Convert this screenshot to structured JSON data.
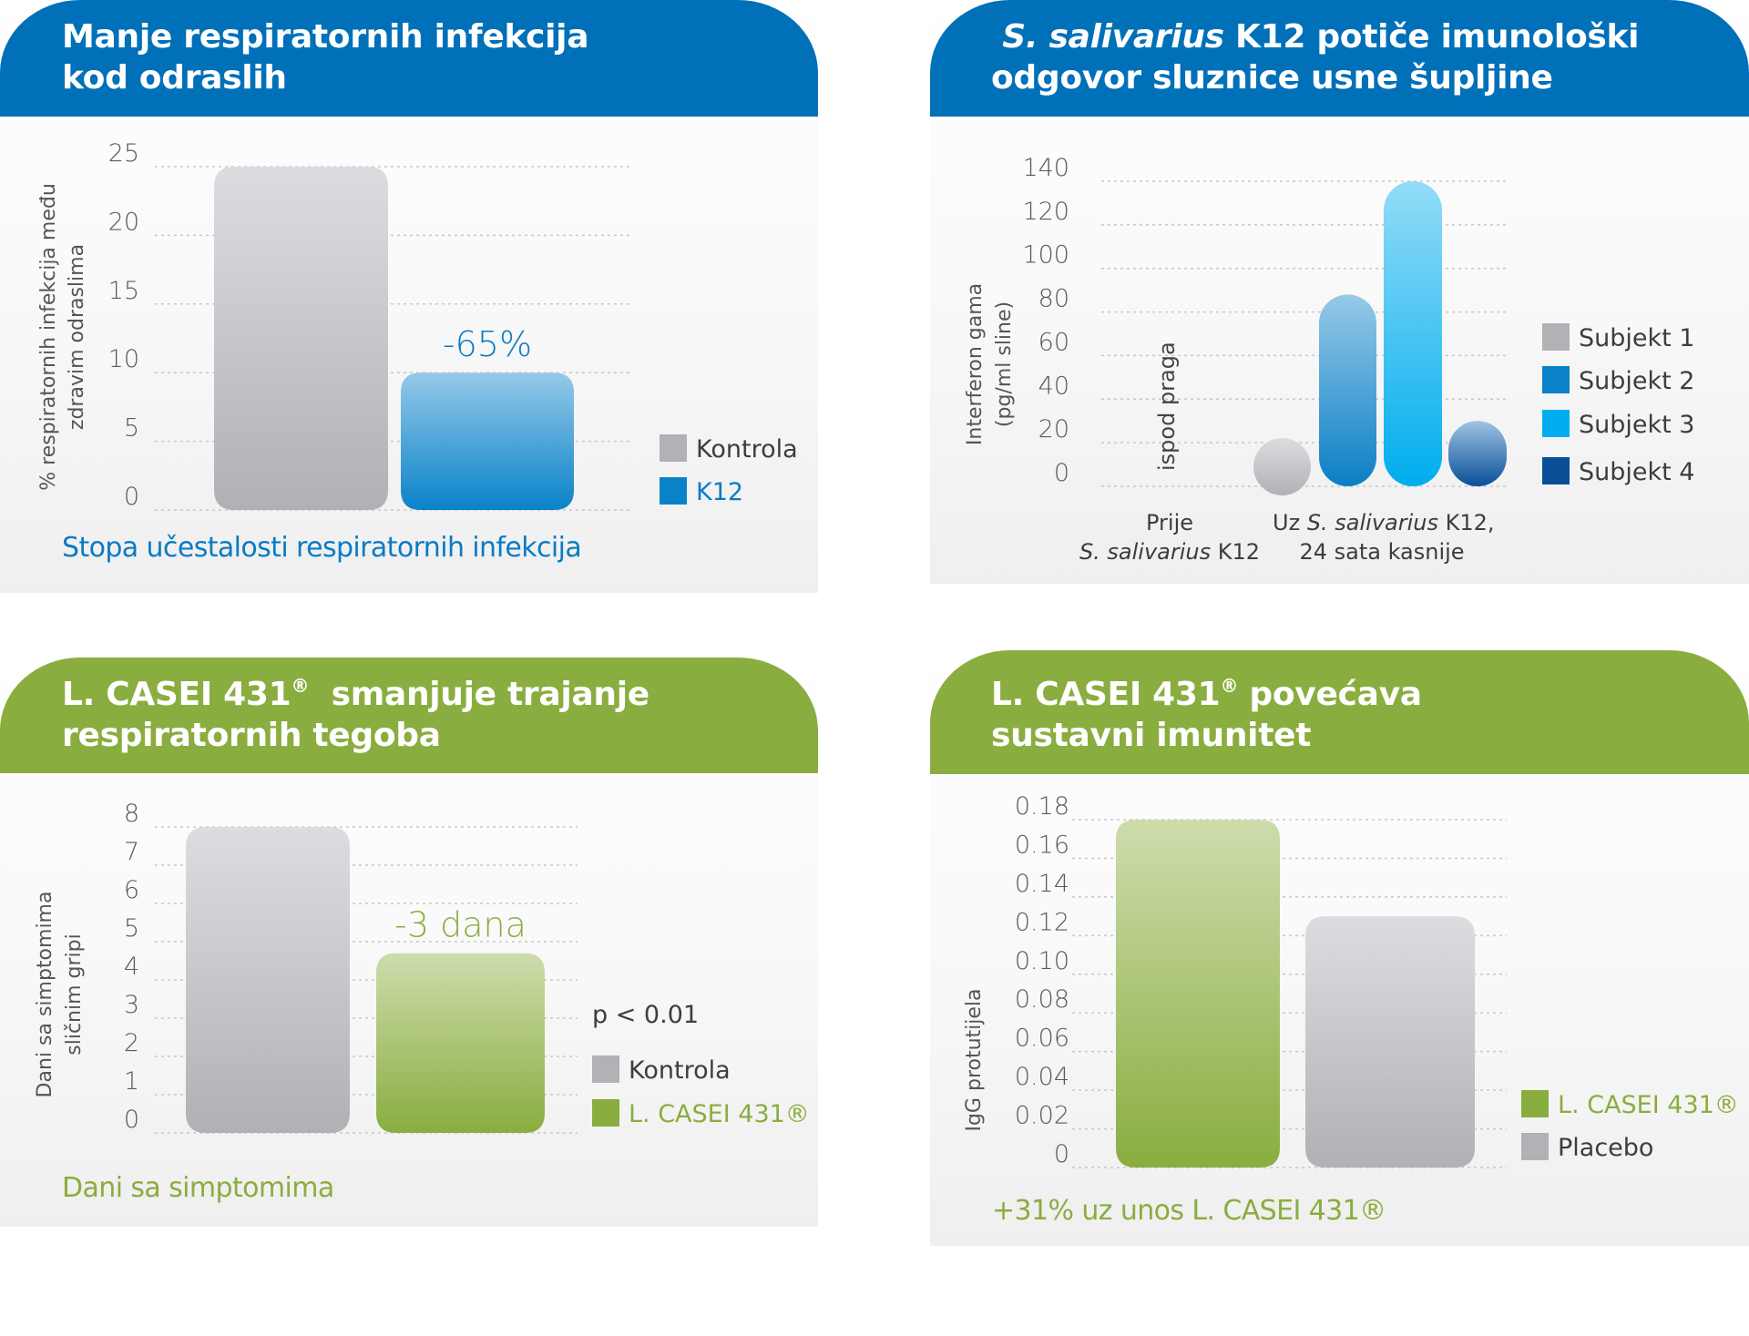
{
  "colors": {
    "blue_header": "#0070b8",
    "green_header": "#8aad3f",
    "blue_text": "#0a7bc4",
    "green_text": "#8aad3f",
    "gray_bar": "#b4b5b8",
    "tick_text": "#5a5a5a",
    "legend_text": "#3d3d3d"
  },
  "panels": [
    {
      "id": "respiratory-infections",
      "theme": "blue",
      "title_lines": [
        [
          {
            "text": "Manje respiratornih infekcija",
            "italic": false
          }
        ],
        [
          {
            "text": "kod odraslih",
            "italic": false
          }
        ]
      ],
      "footer": "Stopa učestalosti respiratornih infekcija"
    },
    {
      "id": "interferon",
      "theme": "blue",
      "title_lines": [
        [
          {
            "text": " S. salivarius",
            "italic": true
          },
          {
            "text": " K12 potiče imunološki",
            "italic": false
          }
        ],
        [
          {
            "text": "odgovor sluznice usne šupljine",
            "italic": false
          }
        ]
      ],
      "footer": null
    },
    {
      "id": "symptom-days",
      "theme": "green",
      "title_lines": [
        [
          {
            "text": "L. CASEI 431",
            "italic": false
          },
          {
            "text": "®",
            "sup": true
          },
          {
            "text": "  smanjuje trajanje",
            "italic": false
          }
        ],
        [
          {
            "text": "respiratornih tegoba",
            "italic": false
          }
        ]
      ],
      "footer": "Dani sa simptomima"
    },
    {
      "id": "igg",
      "theme": "green",
      "title_lines": [
        [
          {
            "text": "L. CASEI 431",
            "italic": false
          },
          {
            "text": "®",
            "sup": true
          },
          {
            "text": " povećava",
            "italic": false
          }
        ],
        [
          {
            "text": "sustavni imunitet",
            "italic": false
          }
        ]
      ],
      "footer": "+31% uz unos L. CASEI 431®"
    }
  ],
  "chart_data": [
    {
      "type": "bar",
      "title": "Manje respiratornih infekcija kod odraslih",
      "ylabel_lines": [
        "% respiratornih infekcija među",
        "zdravim odraslima"
      ],
      "xlabel": "Stopa učestalosti respiratornih infekcija",
      "ylim": [
        0,
        25
      ],
      "yticks": [
        0,
        5,
        10,
        15,
        20,
        25
      ],
      "ytick_labels": [
        "0",
        "5",
        "10",
        "15",
        "20",
        "25"
      ],
      "grid": true,
      "categories": [
        "Kontrola",
        "K12"
      ],
      "values": [
        25,
        10
      ],
      "bar_colors": [
        [
          "#dcdde0",
          "#b0b1b5"
        ],
        [
          "#96c9e8",
          "#0a82c9"
        ]
      ],
      "annotations": [
        {
          "text": "-65%",
          "bar": 1,
          "color": "#0a7bc4"
        }
      ],
      "legend": [
        {
          "label": "Kontrola",
          "color": "#b0b2b5",
          "text_color": "#3d3d3d"
        },
        {
          "label": "K12",
          "color": "#0a82c9",
          "text_color": "#0a7bc4"
        }
      ],
      "legend_position": "right"
    },
    {
      "type": "bar",
      "title": "S. salivarius K12 potiče imunološki odgovor sluznice usne šupljine",
      "ylabel_lines": [
        "Interferon gama",
        "(pg/ml sline)"
      ],
      "ylim": [
        0,
        140
      ],
      "yticks": [
        0,
        20,
        40,
        60,
        80,
        100,
        120,
        140
      ],
      "ytick_labels": [
        "0",
        "20",
        "40",
        "60",
        "80",
        "100",
        "120",
        "140"
      ],
      "grid": true,
      "categories": [
        {
          "lines": [
            [
              {
                "text": "Prije"
              }
            ],
            [
              {
                "text": "S. salivarius",
                "italic": true
              },
              {
                "text": " K12"
              }
            ]
          ]
        },
        {
          "lines": [
            [
              {
                "text": "Uz "
              },
              {
                "text": "S. salivarius",
                "italic": true
              },
              {
                "text": " K12,"
              }
            ],
            [
              {
                "text": "24 sata kasnije"
              }
            ]
          ]
        }
      ],
      "groups": [
        {
          "category": 0,
          "note": "ispod praga",
          "values": null
        },
        {
          "category": 1,
          "series_values": [
            18,
            88,
            140,
            30
          ]
        }
      ],
      "series": [
        {
          "name": "Subjekt 1",
          "values": [
            null,
            18
          ],
          "color": "#b0b2b5",
          "gradient": [
            "#dcdde0",
            "#b0b1b5"
          ]
        },
        {
          "name": "Subjekt 2",
          "values": [
            null,
            88
          ],
          "color": "#0a82c9",
          "gradient": [
            "#96c9e8",
            "#0a7fc5"
          ]
        },
        {
          "name": "Subjekt 3",
          "values": [
            null,
            140
          ],
          "color": "#00aeef",
          "gradient": [
            "#93dcf7",
            "#00adee"
          ]
        },
        {
          "name": "Subjekt 4",
          "values": [
            null,
            30
          ],
          "color": "#0a4f97",
          "gradient": [
            "#9fc3e3",
            "#0a4f97"
          ]
        }
      ],
      "legend_position": "right"
    },
    {
      "type": "bar",
      "title": "L. CASEI 431® smanjuje trajanje respiratornih tegoba",
      "ylabel_lines": [
        "Dani sa simptomima",
        "sličnim gripi"
      ],
      "xlabel": "Dani sa simptomima",
      "ylim": [
        0,
        8
      ],
      "yticks": [
        0,
        1,
        2,
        3,
        4,
        5,
        6,
        7,
        8
      ],
      "ytick_labels": [
        "0",
        "1",
        "2",
        "3",
        "4",
        "5",
        "6",
        "7",
        "8"
      ],
      "grid": true,
      "categories": [
        "Kontrola",
        "L. CASEI 431®"
      ],
      "values": [
        8,
        4.7
      ],
      "bar_colors": [
        [
          "#dcdde0",
          "#b0b1b5"
        ],
        [
          "#cedcad",
          "#8aad3f"
        ]
      ],
      "annotations": [
        {
          "text": "-3 dana",
          "bar": 1,
          "color": "#8aad3f"
        },
        {
          "text": "p < 0.01",
          "position": "legend",
          "color": "#3d3d3d"
        }
      ],
      "legend": [
        {
          "label": "Kontrola",
          "color": "#b0b2b5",
          "text_color": "#3d3d3d"
        },
        {
          "label": "L. CASEI 431®",
          "color": "#8aad3f",
          "text_color": "#8aad3f"
        }
      ],
      "legend_position": "right"
    },
    {
      "type": "bar",
      "title": "L. CASEI 431® povećava sustavni imunitet",
      "ylabel_lines": [
        "IgG protutijela"
      ],
      "xlabel": "+31% uz unos L. CASEI 431®",
      "ylim": [
        0,
        0.18
      ],
      "yticks": [
        0,
        0.02,
        0.04,
        0.06,
        0.08,
        0.1,
        0.12,
        0.14,
        0.16,
        0.18
      ],
      "ytick_labels": [
        "0",
        "0.02",
        "0.04",
        "0.06",
        "0.08",
        "0.10",
        "0.12",
        "0.14",
        "0.16",
        "0.18"
      ],
      "grid": true,
      "categories": [
        "L. CASEI 431®",
        "Placebo"
      ],
      "values": [
        0.18,
        0.13
      ],
      "bar_colors": [
        [
          "#cedcad",
          "#8aad3f"
        ],
        [
          "#dcdde0",
          "#b0b1b5"
        ]
      ],
      "annotations": [],
      "legend": [
        {
          "label": "L. CASEI 431®",
          "color": "#8aad3f",
          "text_color": "#8aad3f"
        },
        {
          "label": "Placebo",
          "color": "#b0b2b5",
          "text_color": "#3d3d3d"
        }
      ],
      "legend_position": "right"
    }
  ]
}
